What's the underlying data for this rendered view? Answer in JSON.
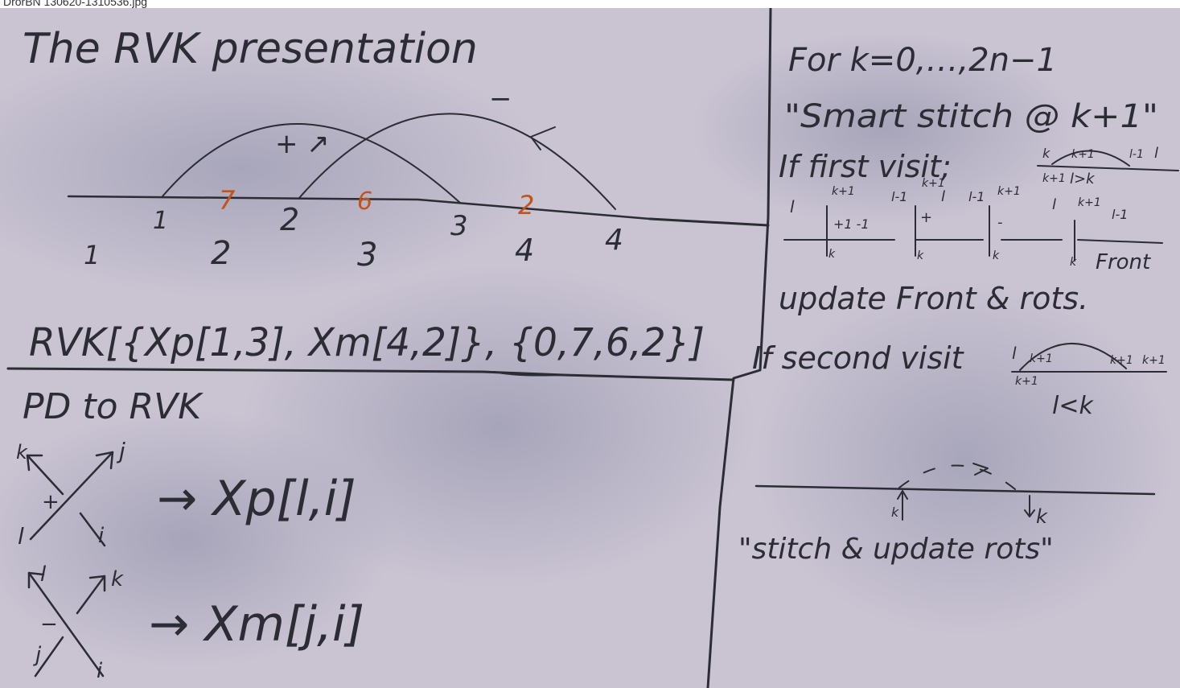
{
  "caption": "DrorBN 130620-1310536.jpg",
  "colors": {
    "board": "#c9c3d2",
    "ink": "#2b2c34",
    "red_ink": "#c2531b"
  },
  "left": {
    "title": "The RVK presentation",
    "arc_labels": {
      "plus_arc": "+ ↗",
      "minus_arc": "−"
    },
    "over_labels": [
      "7",
      "6",
      "2"
    ],
    "axis_numbers": [
      "1",
      "2",
      "3",
      "4"
    ],
    "lower_numbers": [
      "1",
      "2",
      "3",
      "4"
    ],
    "rvk_formula": "RVK[{Xp[1,3], Xm[4,2]}, {0,7,6,2}]",
    "pd_heading": "PD to RVK",
    "pos_crossing": {
      "labels": [
        "k",
        "j",
        "l",
        "i"
      ],
      "sign": "+",
      "result": "→ Xp[l,i]"
    },
    "neg_crossing": {
      "labels": [
        "l",
        "k",
        "j",
        "i"
      ],
      "sign": "−",
      "result": "→ Xm[j,i]"
    }
  },
  "right": {
    "loop_line": "For k=0,…,2n−1",
    "smart_stitch": "\"Smart stitch @ k+1\"",
    "first_visit": "If first visit;",
    "first_visit_labels": [
      "k",
      "k+1",
      "k+1",
      "l>k",
      "l",
      "l-1"
    ],
    "box_labels": [
      "l",
      "k+1",
      "+1 -1",
      "k",
      "l-1",
      "k+1",
      "l",
      "+",
      "k",
      "l-1",
      "k+1",
      "-",
      "k",
      "l",
      "k+1",
      "l-1",
      "k",
      "Front"
    ],
    "update_line": "update Front & rots.",
    "second_visit": "If second visit",
    "second_visit_labels": [
      "l",
      "k+1",
      "k+1",
      "k+1",
      "k+1",
      "l<k"
    ],
    "stitch_labels": [
      "k",
      "k"
    ],
    "stitch_line": "\"stitch & update rots\""
  }
}
